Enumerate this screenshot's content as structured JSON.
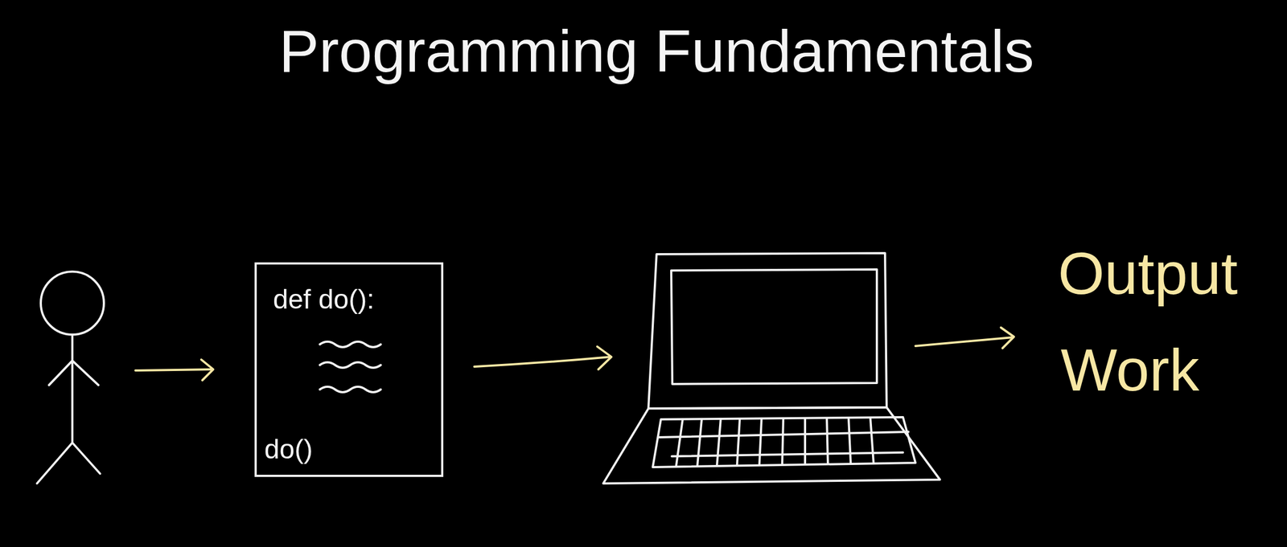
{
  "diagram": {
    "title": "Programming Fundamentals",
    "nodes": [
      {
        "text": [
          "def do():",
          "do()"
        ]
      }
    ],
    "labels": [
      "Output",
      "Work"
    ]
  }
}
